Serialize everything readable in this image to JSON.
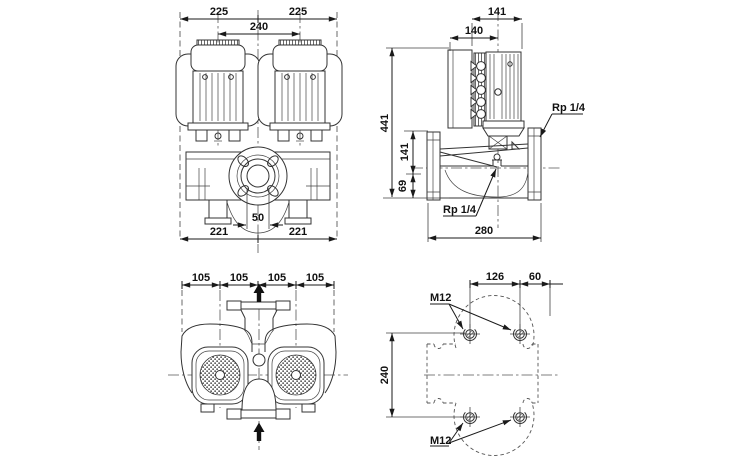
{
  "drawing": {
    "front": {
      "dim_width_left": "225",
      "dim_width_right": "225",
      "dim_motor_spacing": "240",
      "dim_port": "50",
      "dim_base_left": "221",
      "dim_base_right": "221"
    },
    "side": {
      "dim_top_width": "141",
      "dim_motor_width": "140",
      "dim_total_height": "441",
      "dim_flange_height": "141",
      "dim_base_height": "69",
      "dim_length": "280",
      "port_label_top": "Rp 1/4",
      "port_label_bottom": "Rp 1/4"
    },
    "top": {
      "dim_seg_1": "105",
      "dim_seg_2": "105",
      "dim_seg_3": "105",
      "dim_seg_4": "105"
    },
    "bolt": {
      "dim_hole_spacing": "126",
      "dim_hole_to_end": "60",
      "dim_hole_vertical": "240",
      "thread_label_top": "M12",
      "thread_label_bottom": "M12"
    }
  }
}
